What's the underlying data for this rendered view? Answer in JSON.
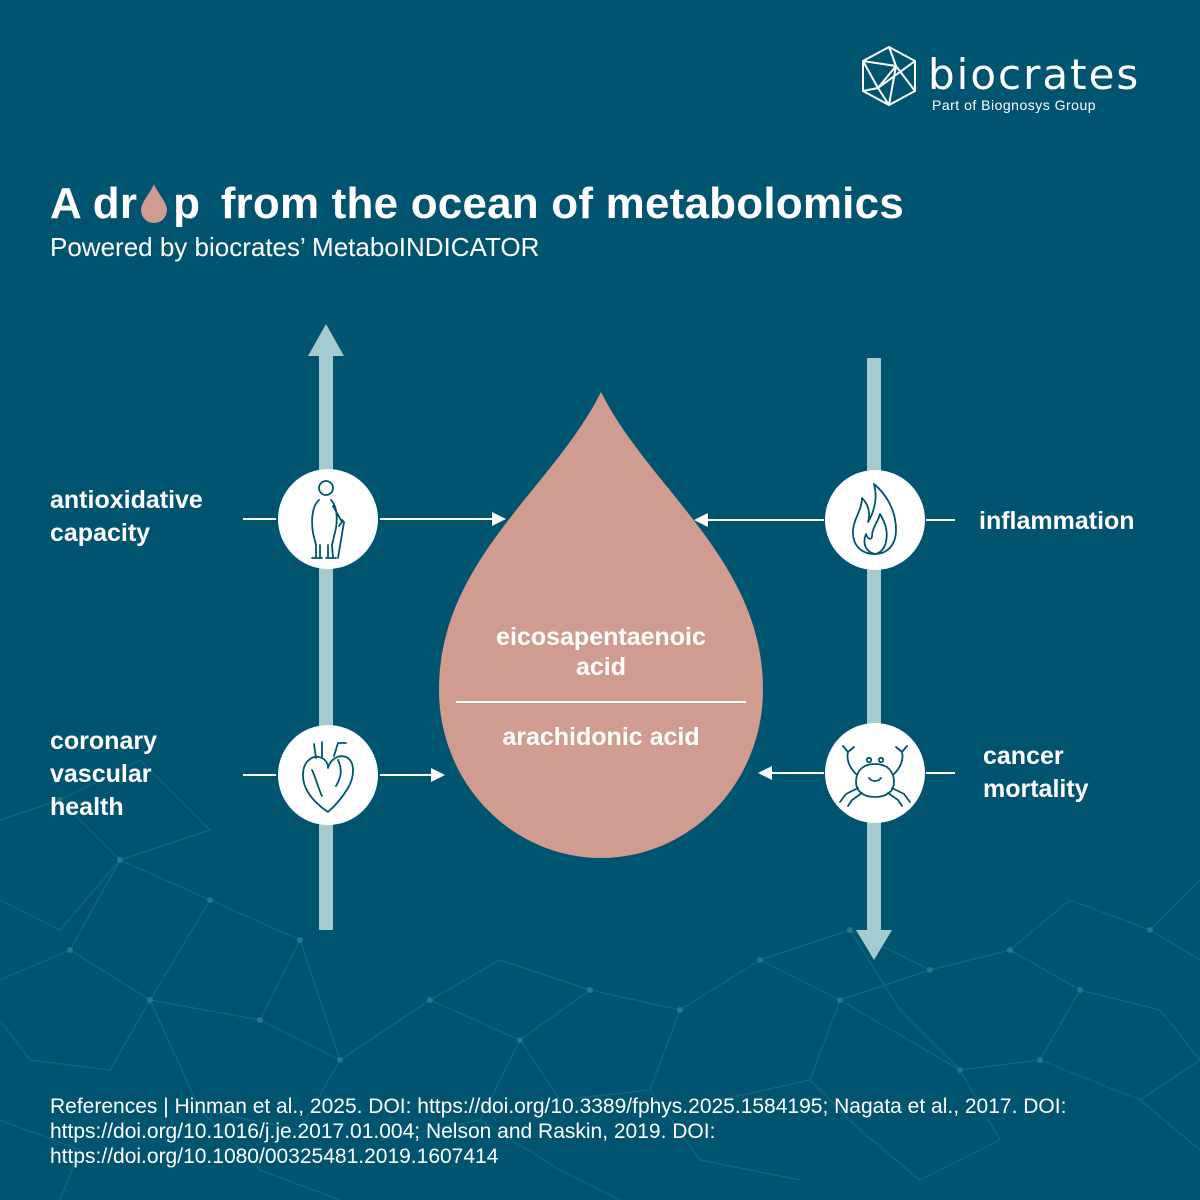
{
  "logo": {
    "brand": "biocrates",
    "tagline": "Part of Biognosys Group",
    "icon": "hexagon-network-logo-icon"
  },
  "header": {
    "title_part1": "A dr",
    "title_part2": "p",
    "title_part3": "from the ocean of metabolomics",
    "subtitle": "Powered by biocrates’ MetaboINDICATOR"
  },
  "diagram": {
    "ratio_numerator": "eicosapentaenoic\nacid",
    "ratio_denominator": "arachidonic acid",
    "left_arrow_direction": "up",
    "right_arrow_direction": "down",
    "left_items": [
      {
        "label": "antioxidative\ncapacity",
        "icon": "elderly-person-with-cane-icon"
      },
      {
        "label": "coronary\nvascular\nhealth",
        "icon": "heart-icon"
      }
    ],
    "right_items": [
      {
        "label": "inflammation",
        "icon": "flame-icon"
      },
      {
        "label": "cancer\nmortality",
        "icon": "crab-icon"
      }
    ]
  },
  "colors": {
    "background": "#005470",
    "drop": "#cf9c8f",
    "arrow": "#a3cbd0",
    "text": "#ffffff"
  },
  "references": "References | Hinman et al., 2025. DOI: https://doi.org/10.3389/fphys.2025.1584195; Nagata et al., 2017. DOI: https://doi.org/10.1016/j.je.2017.01.004; Nelson and Raskin, 2019. DOI: https://doi.org/10.1080/00325481.2019.1607414"
}
